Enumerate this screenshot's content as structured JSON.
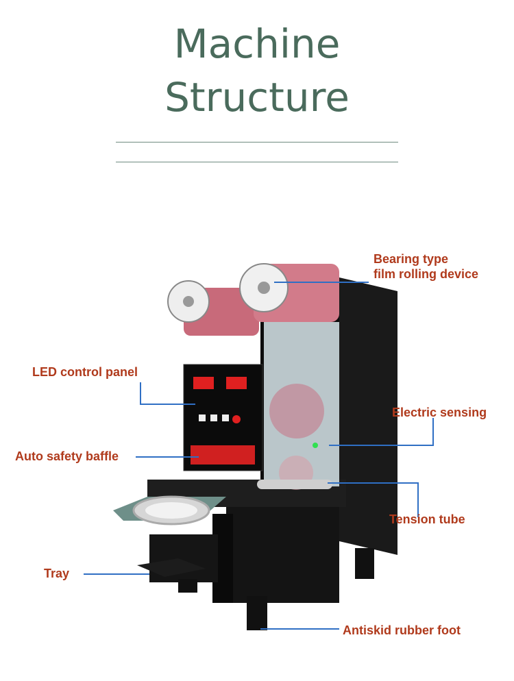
{
  "title": {
    "line1": "Machine",
    "line2": "Structure"
  },
  "labels": {
    "film_rolling_line1": "Bearing type",
    "film_rolling_line2": "film rolling device",
    "led_panel": "LED control panel",
    "electric_sensing": "Electric sensing",
    "safety_baffle": "Auto safety baffle",
    "tension_tube": "Tension tube",
    "tray": "Tray",
    "rubber_foot": "Antiskid rubber foot"
  },
  "colors": {
    "title": "#4a6b5c",
    "label": "#b03a1c",
    "leader": "#2f6fc4",
    "machine_body": "#111111"
  }
}
